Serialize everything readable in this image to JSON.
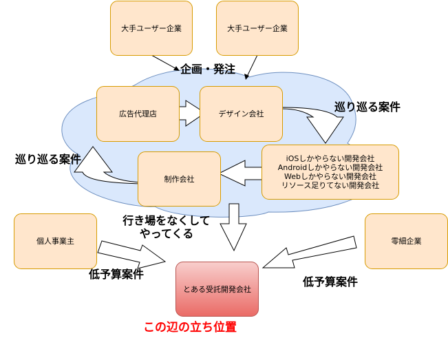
{
  "nodes": {
    "big_user_1": "大手ユーザー企業",
    "big_user_2": "大手ユーザー企業",
    "ad_agency": "広告代理店",
    "design_company": "デザイン会社",
    "dev_companies": [
      "iOSしかやらない開発会社",
      "Androidしかやらない開発会社",
      "Webしかやらない開発会社",
      "リソース足りてない開発会社"
    ],
    "production_company": "制作会社",
    "sole_proprietor": "個人事業主",
    "small_business": "零細企業",
    "contract_dev": "とある受託開発会社"
  },
  "labels": {
    "planning_order": "企画・発注",
    "circulating_right": "巡り巡る案件",
    "circulating_left": "巡り巡る案件",
    "nowhere_to_go_line1": "行き場をなくして",
    "nowhere_to_go_line2": "やってくる",
    "low_budget_left": "低予算案件",
    "low_budget_right": "低予算案件",
    "position_note": "この辺の立ち位置"
  },
  "colors": {
    "node_fill": "#ffe6cc",
    "node_border": "#d79b00",
    "cloud_fill": "#dae8fc",
    "cloud_border": "#6c8ebf",
    "highlight_fill_top": "#f8cecc",
    "highlight_fill_bottom": "#ea6b66",
    "highlight_border": "#b85450",
    "note_text": "#ff0000"
  }
}
